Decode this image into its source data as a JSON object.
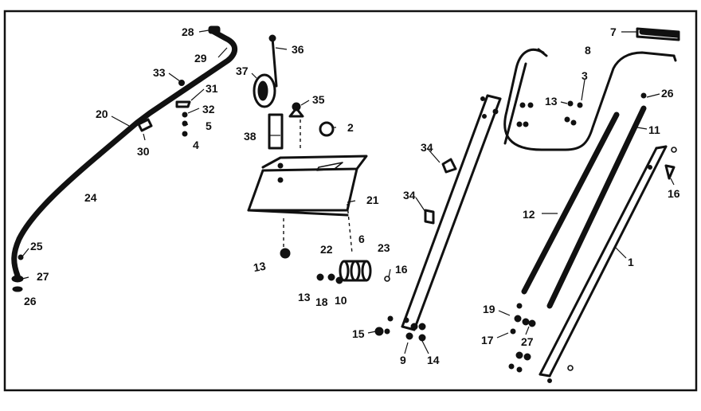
{
  "diagram": {
    "labels": {
      "n28_top": "28",
      "n29": "29",
      "n33": "33",
      "n31": "31",
      "n32": "32",
      "n5": "5",
      "n4": "4",
      "n20": "20",
      "n30_left": "30",
      "n24": "24",
      "n25": "25",
      "n27_left": "27",
      "n26_left": "26",
      "n36": "36",
      "n37": "37",
      "n35": "35",
      "n38": "38",
      "n2": "2",
      "n21": "21",
      "n13_mid": "13",
      "n22": "22",
      "n6": "6",
      "n23": "23",
      "n16_mid": "16",
      "n13_low": "13",
      "n18_low": "18",
      "n10": "10",
      "n34_top": "34",
      "n34_low": "34",
      "n15": "15",
      "n9": "9",
      "n14": "14",
      "n7": "7",
      "n8": "8",
      "n3": "3",
      "n13_right": "13",
      "n26_right": "26",
      "n11": "11",
      "n16_right": "16",
      "n12": "12",
      "n1": "1",
      "n19": "19",
      "n17": "17",
      "n27_right": "27"
    }
  }
}
